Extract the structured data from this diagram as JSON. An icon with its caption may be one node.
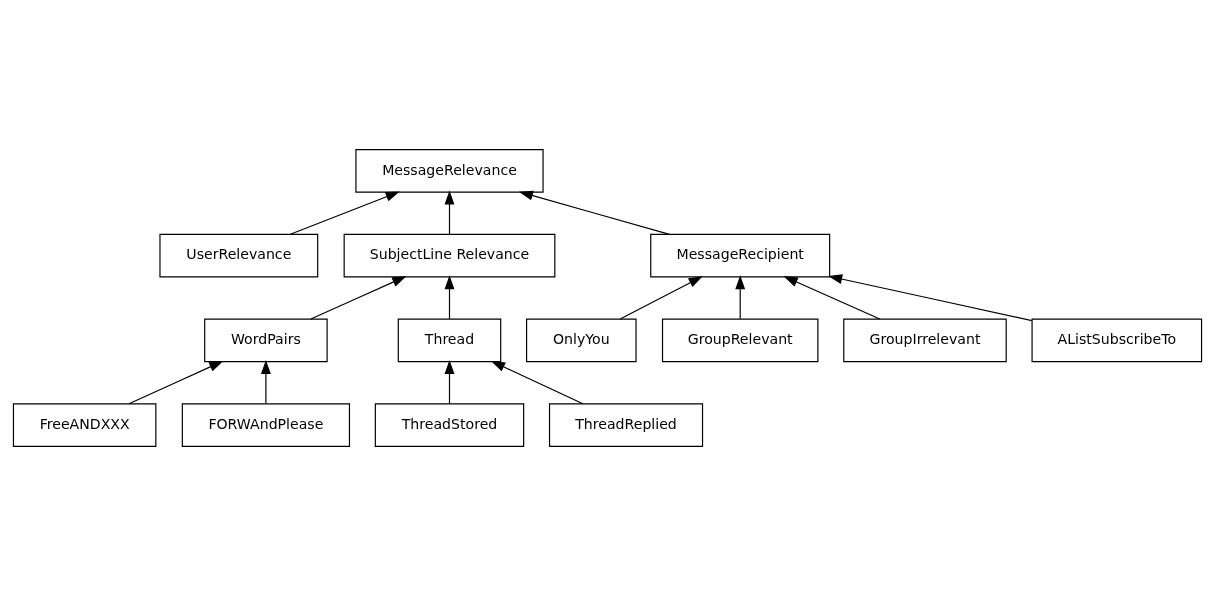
{
  "diagram": {
    "nodes": [
      {
        "text": [
          "MessageRelevance"
        ]
      },
      {
        "text": [
          "UserRelevance"
        ]
      },
      {
        "text": [
          "SubjectLine Relevance"
        ]
      },
      {
        "text": [
          "MessageRecipient"
        ]
      },
      {
        "text": [
          "WordPairs"
        ]
      },
      {
        "text": [
          "Thread"
        ]
      },
      {
        "text": [
          "OnlyYou"
        ]
      },
      {
        "text": [
          "FreeANDXXX"
        ]
      },
      {
        "text": [
          "ThreadStored"
        ]
      },
      {
        "text": [
          "ThreadReplied"
        ]
      },
      {
        "text": [
          "GroupRelevant"
        ]
      },
      {
        "text": [
          "GroupIrrelevant"
        ]
      },
      {
        "text": [
          "FORWAndPlease"
        ]
      },
      {
        "text": [
          "AListSubscribeTo"
        ]
      }
    ],
    "edges": [
      {
        "from": 1,
        "to": 0,
        "arrow": "to"
      },
      {
        "from": 2,
        "to": 0,
        "arrow": "to"
      },
      {
        "from": 3,
        "to": 0,
        "arrow": "to"
      },
      {
        "from": 4,
        "to": 2,
        "arrow": "to"
      },
      {
        "from": 5,
        "to": 2,
        "arrow": "to"
      },
      {
        "from": 6,
        "to": 3,
        "arrow": "to"
      },
      {
        "from": 10,
        "to": 3,
        "arrow": "to"
      },
      {
        "from": 11,
        "to": 3,
        "arrow": "to"
      },
      {
        "from": 13,
        "to": 3,
        "arrow": "to"
      },
      {
        "from": 7,
        "to": 4,
        "arrow": "to"
      },
      {
        "from": 12,
        "to": 4,
        "arrow": "to"
      },
      {
        "from": 8,
        "to": 5,
        "arrow": "to"
      },
      {
        "from": 9,
        "to": 5,
        "arrow": "to"
      }
    ]
  }
}
